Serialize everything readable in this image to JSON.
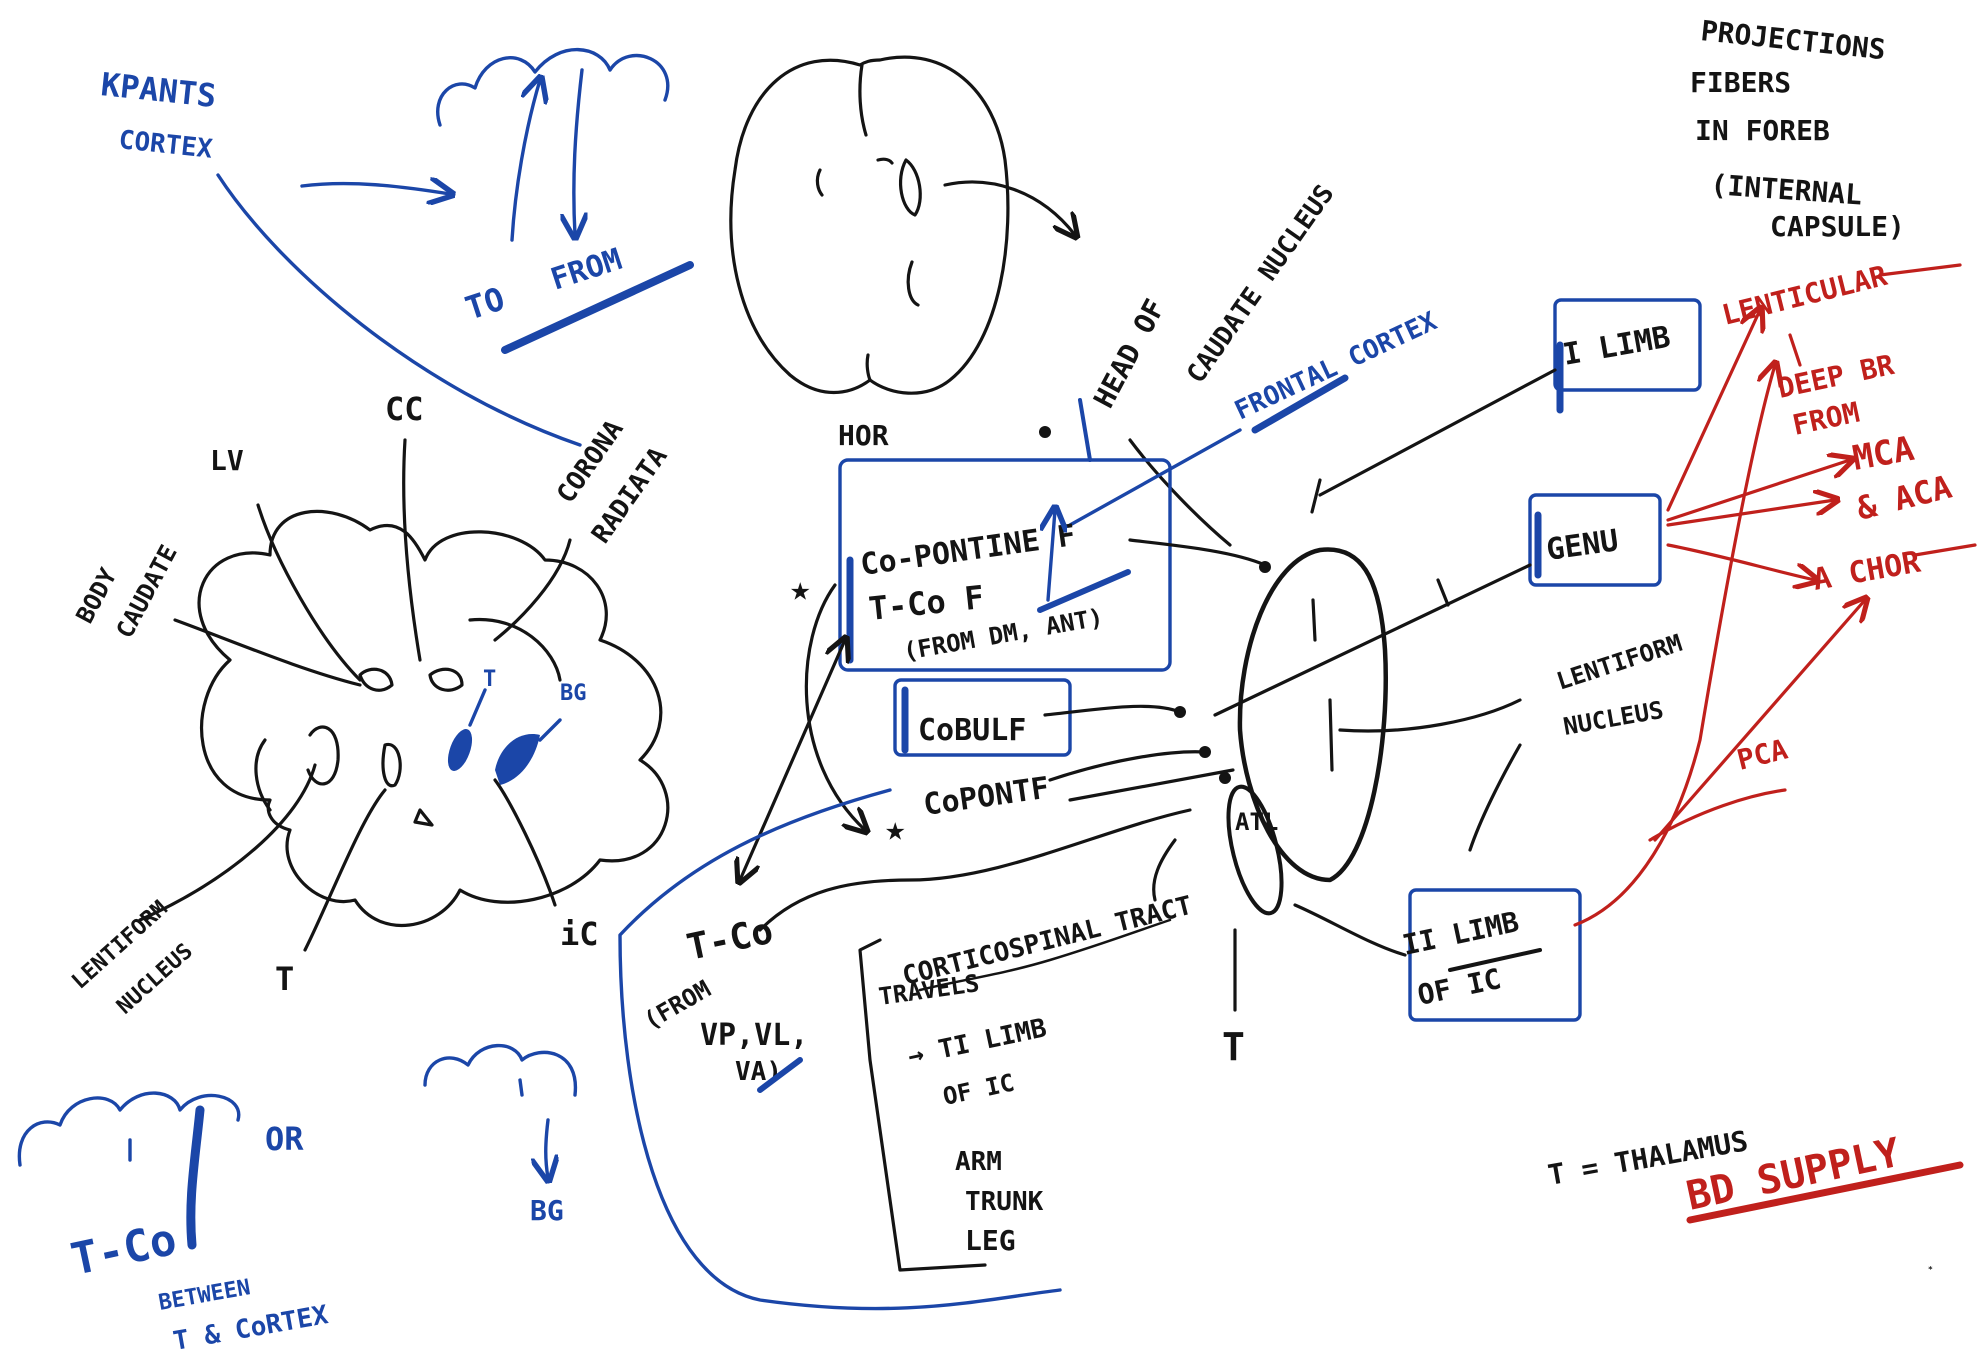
{
  "title": {
    "line1": "PROJECTIONS",
    "line2": "FIBERS",
    "line3": "IN FOREB",
    "line4": "(INTERNAL",
    "line5": "CAPSULE)"
  },
  "cortex": {
    "label1": "KPANTS",
    "label2": "CORTEX",
    "to": "TO",
    "from": "FROM"
  },
  "horizontal_section": {
    "label": "HOR"
  },
  "coronal_section": {
    "lv": "LV",
    "cc": "CC",
    "corona_1": "CORONA",
    "corona_2": "RADIATA",
    "body_1": "BODY",
    "body_2": "CAUDATE",
    "t_small": "T",
    "bg_small": "BG",
    "lent_1": "LENTIFORM",
    "lent_2": "NUCLEUS",
    "t": "T",
    "ic": "iC"
  },
  "capsule": {
    "head_1": "HEAD OF",
    "head_2": "CAUDATE NUCLEUS",
    "frontal": "FRONTAL CORTEX",
    "f1": "Co-PONTINE F",
    "f2": "T-Co F",
    "f3": "(FROM DM, ANT)",
    "bulb": "CoBULF",
    "pont": "CoPONTF",
    "cst": "CORTICOSPINAL TRACT",
    "tc": "T-Co",
    "tc_from_1": "(FROM",
    "tc_from_2": "VP,VL,",
    "tc_from_3": "VA)",
    "travels_1": "TRAVELS",
    "travels_2": "→ TI LIMB",
    "travels_3": "OF IC",
    "arm": "ARM",
    "trunk": "TRUNK",
    "leg": "LEG",
    "ant_limb": "I LIMB",
    "genu": "GENU",
    "post_limb": "II LIMB",
    "post_limb_2": "OF IC",
    "lent_1": "LENTIFORM",
    "lent_2": "NUCLEUS",
    "atl": "ATL",
    "t": "T"
  },
  "blood_supply": {
    "lenticular": "LENTICULAR",
    "deep_1": "DEEP BR",
    "deep_2": "FROM",
    "mca": "MCA",
    "aca": "& ACA",
    "a_chor": "A CHOR",
    "pca": "PCA",
    "label": "BD SUPPLY"
  },
  "key": {
    "legend": "T = THALAMUS"
  },
  "bottom_left": {
    "tc": "T-Co",
    "or": "OR",
    "between_1": "BETWEEN",
    "between_2": "T & CoRTEX",
    "bg": "BG"
  },
  "colors": {
    "ink_black": "#141414",
    "ink_blue": "#1b46a8",
    "ink_red": "#c0201c",
    "board": "#ffffff"
  }
}
